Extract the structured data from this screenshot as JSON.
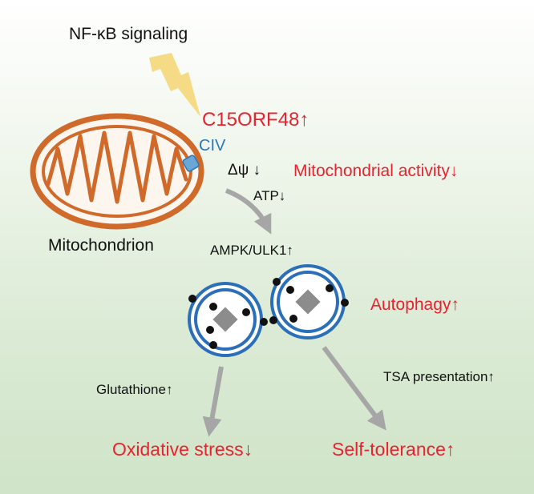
{
  "labels": {
    "signaling": "NF-κB signaling",
    "gene": "C15ORF48↑",
    "complex": "CIV",
    "mito": "Mitochondrion",
    "psi": "Δψ ↓",
    "atp": "ATP↓",
    "mito_activity": "Mitochondrial activity↓",
    "ampk": "AMPK/ULK1↑",
    "autophagy": "Autophagy↑",
    "glutathione": "Glutathione↑",
    "tsa": "TSA presentation↑",
    "oxidative": "Oxidative stress↓",
    "tolerance": "Self-tolerance↑"
  },
  "colors": {
    "highlight": "#e8232f",
    "complex_iv": "#2a78b5",
    "mitochondrion": "#d06a2a",
    "autophagosome": "#2a6fb8",
    "arrow": "#a6a6a6",
    "lightning": "#f5d77a"
  },
  "icons": [
    "lightning-icon",
    "mitochondrion-icon",
    "autophagosome-icon"
  ]
}
